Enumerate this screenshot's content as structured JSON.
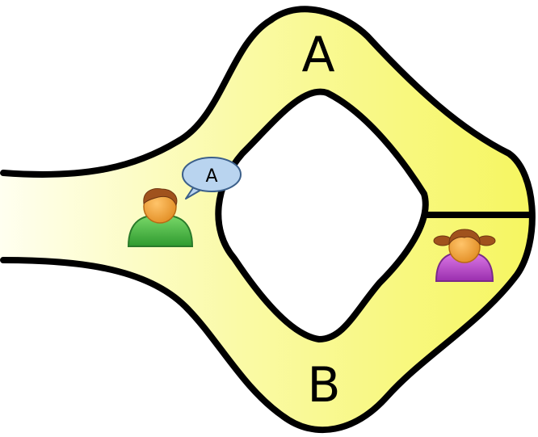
{
  "diagram": {
    "labels": {
      "path_top": "A",
      "path_bottom": "B",
      "speech": "A"
    },
    "colors": {
      "tunnel_light": "#fffff0",
      "tunnel_fill": "#fafaa6",
      "tunnel_dark": "#f6f660",
      "outline": "#000000",
      "speech_bubble": "#b9d4ef",
      "speech_bubble_outline": "#3b5f8a",
      "skin": "#f2a23c",
      "hair": "#a0521d",
      "shirt_man": "#4cc24c",
      "shirt_woman": "#c24cd2"
    },
    "icons": {
      "left_person": "man-person-icon",
      "right_person": "woman-person-icon",
      "speech": "speech-bubble-icon"
    }
  }
}
